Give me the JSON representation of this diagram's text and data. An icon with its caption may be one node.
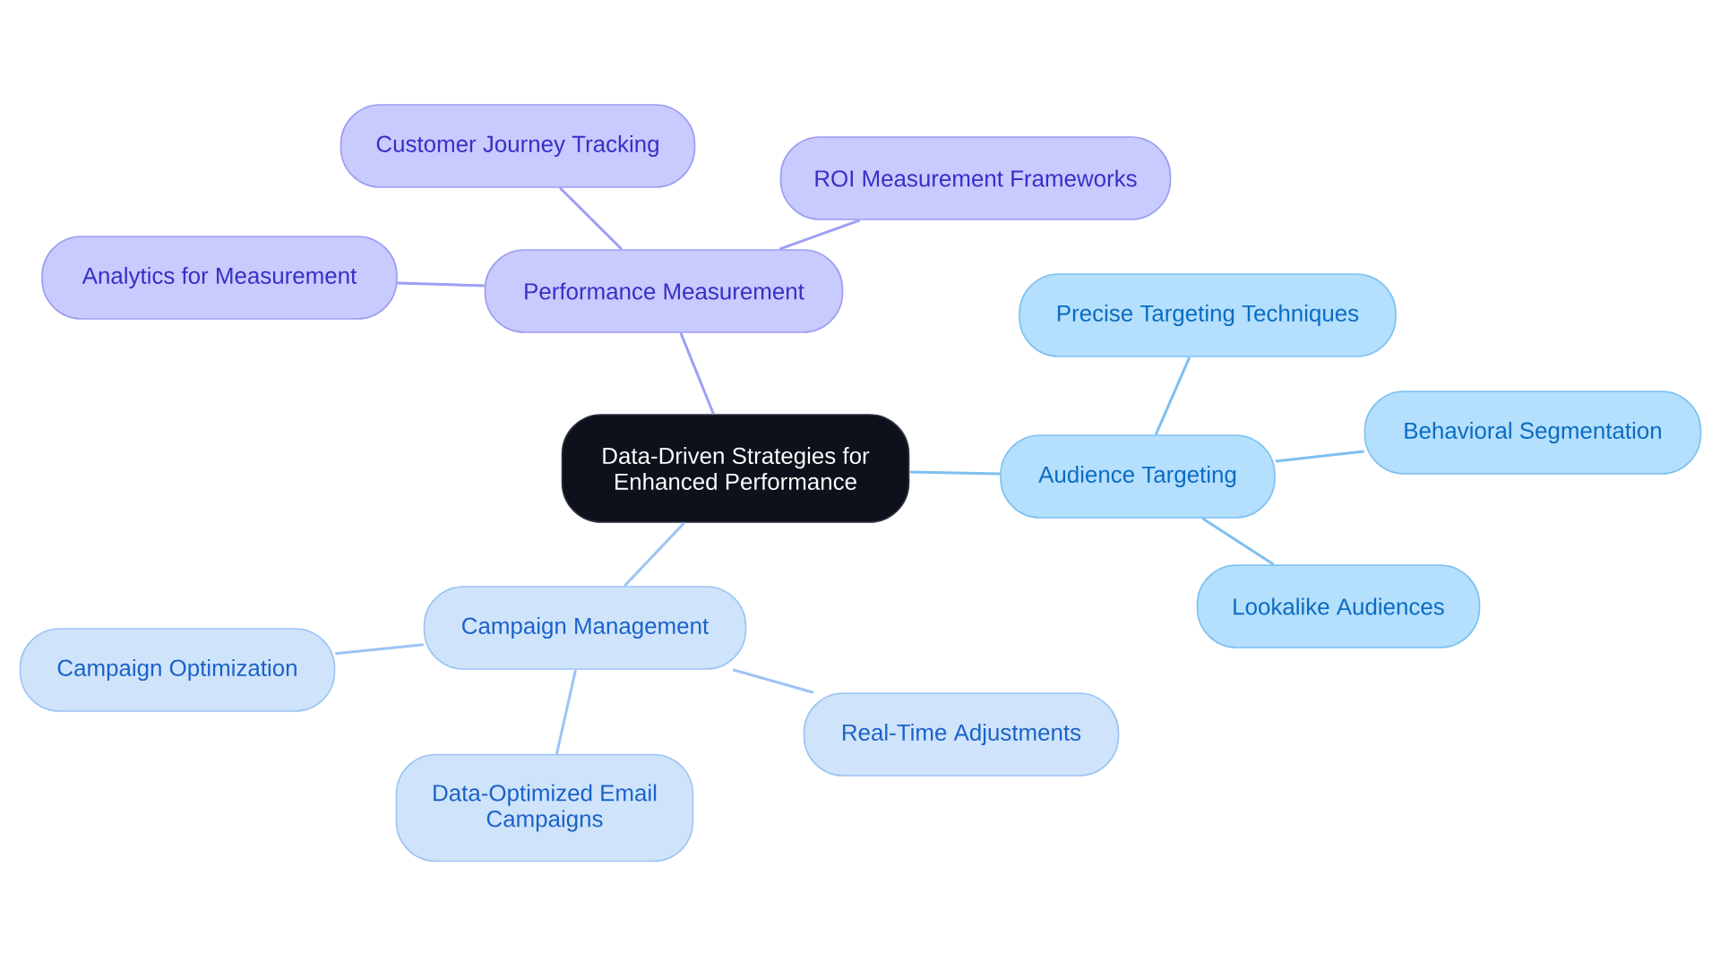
{
  "diagram": {
    "nodes": [
      {
        "text": [
          "Data-Driven Strategies for Enhanced Performance"
        ]
      },
      {
        "text": [
          "Performance Measurement"
        ]
      },
      {
        "text": [
          "Customer Journey Tracking"
        ]
      },
      {
        "text": [
          "ROI Measurement Frameworks"
        ]
      },
      {
        "text": [
          "Analytics for Measurement"
        ]
      },
      {
        "text": [
          "Audience Targeting"
        ]
      },
      {
        "text": [
          "Precise Targeting Techniques"
        ]
      },
      {
        "text": [
          "Behavioral Segmentation"
        ]
      },
      {
        "text": [
          "Lookalike Audiences"
        ]
      },
      {
        "text": [
          "Campaign Management"
        ]
      },
      {
        "text": [
          "Campaign Optimization"
        ]
      },
      {
        "text": [
          "Data-Optimized Email Campaigns"
        ]
      },
      {
        "text": [
          "Real-Time Adjustments"
        ]
      }
    ],
    "edges": [
      {
        "from": 0,
        "to": 1,
        "arrow": "none",
        "color": "#9d9ff5"
      },
      {
        "from": 1,
        "to": 2,
        "arrow": "none",
        "color": "#9d9ff5"
      },
      {
        "from": 1,
        "to": 3,
        "arrow": "none",
        "color": "#9d9ff5"
      },
      {
        "from": 1,
        "to": 4,
        "arrow": "none",
        "color": "#9d9ff5"
      },
      {
        "from": 0,
        "to": 5,
        "arrow": "none",
        "color": "#7dc0f0"
      },
      {
        "from": 5,
        "to": 6,
        "arrow": "none",
        "color": "#7dc0f0"
      },
      {
        "from": 5,
        "to": 7,
        "arrow": "none",
        "color": "#7dc0f0"
      },
      {
        "from": 5,
        "to": 8,
        "arrow": "none",
        "color": "#7dc0f0"
      },
      {
        "from": 0,
        "to": 9,
        "arrow": "none",
        "color": "#9cc3f3"
      },
      {
        "from": 9,
        "to": 10,
        "arrow": "none",
        "color": "#9cc3f3"
      },
      {
        "from": 9,
        "to": 11,
        "arrow": "none",
        "color": "#9cc3f3"
      },
      {
        "from": 9,
        "to": 12,
        "arrow": "none",
        "color": "#9cc3f3"
      }
    ]
  }
}
